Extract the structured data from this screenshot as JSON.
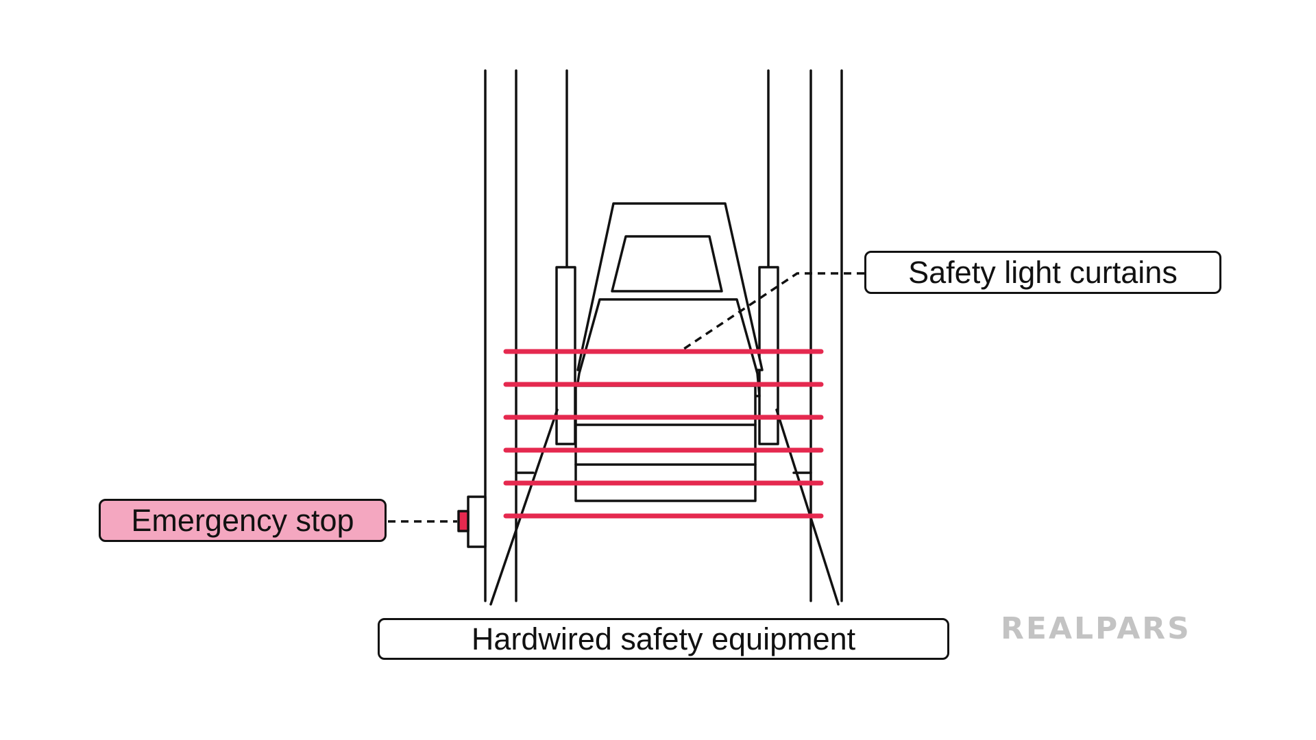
{
  "labels": {
    "safety_light_curtains": "Safety light curtains",
    "emergency_stop": "Emergency stop",
    "hardwired_safety_equipment": "Hardwired safety equipment"
  },
  "logo": {
    "text": "REALPARS"
  },
  "colors": {
    "light_beam": "#e5294f",
    "emergency_stop_highlight": "#f4a7c0",
    "outline": "#111111",
    "logo": "#c3c3c3"
  },
  "icons": {
    "estop_button": "emergency-stop-button-icon"
  }
}
